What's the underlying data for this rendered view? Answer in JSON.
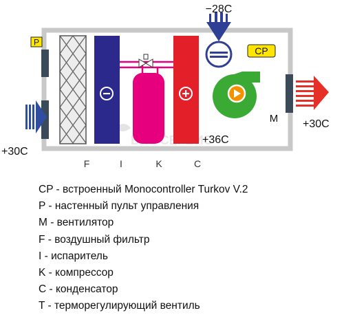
{
  "temperatures": {
    "outdoor_top": "−28C",
    "intake": "+30C",
    "after_condenser": "+36C",
    "supply": "+30C"
  },
  "labels": {
    "panel_p": "P",
    "controller_cp": "CP",
    "fan_m": "M",
    "filter_f": "F",
    "evaporator_i": "I",
    "compressor_k": "K",
    "condenser_c": "C"
  },
  "watermark": "БАС СЕРВИС",
  "legend": [
    "CP - встроенный Monocontroller Turkov V.2",
    "P - настенный пульт управления",
    "M - вентилятор",
    "F - воздушный фильтр",
    "I - испаритель",
    "K - компрессор",
    "C - конденсатор",
    "T - терморегулирующий вентиль"
  ],
  "colors": {
    "housing": "#c8c8c8",
    "evaporator": "#2b2a8c",
    "compressor": "#e6007e",
    "condenser": "#e3202a",
    "fan": "#3aaa35",
    "fan_hub": "#f39200",
    "controller_badge": "#ffe500",
    "outdoor_unit": "#2f3f93",
    "intake_arrow": "#2f4ea0",
    "supply_arrow": "#e63027",
    "dampers": "#3a4a58"
  }
}
